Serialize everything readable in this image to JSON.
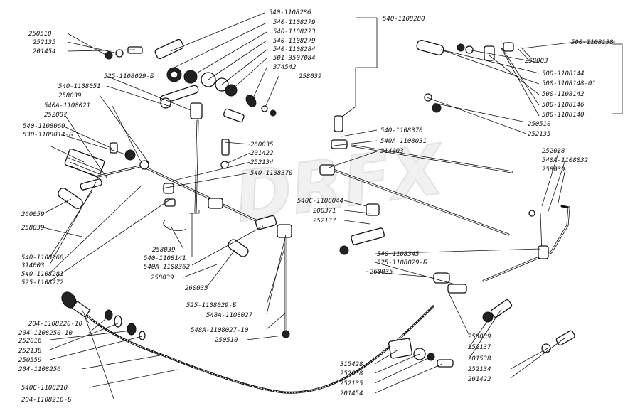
{
  "watermark": "DRFX",
  "labels": [
    "540-1108286",
    "540-1108279",
    "540-1108273",
    "540-1108279",
    "540-1108284",
    "501-3507084",
    "374542",
    "258039",
    "540-1108280",
    "500-1108138",
    "258003",
    "500-1108144",
    "500-1108148-01",
    "500-1108142",
    "500-1108146",
    "500-1108140",
    "250510",
    "252135",
    "250510",
    "252135",
    "201454",
    "525-1108029-Б",
    "540-1108051",
    "258039",
    "540А-1108021",
    "252007",
    "540-1108060",
    "530-1108014-Б",
    "260035",
    "201422",
    "252134",
    "540-1108370",
    "540-1108370",
    "540А-1108031",
    "314003",
    "252038",
    "540А-1108032",
    "258039",
    "260059",
    "258039",
    "540-1108068",
    "314003",
    "540-1108281",
    "525-1108272",
    "258039",
    "540-1108141",
    "540А-1108362",
    "258039",
    "260035",
    "540С-1108044",
    "200371",
    "252137",
    "540-1108345",
    "525-1108029-Б",
    "260035",
    "525-1108029-Б",
    "548А-1108027",
    "548А-1108027-10",
    "250510",
    "204-1108220-10",
    "204-1108250-10",
    "252016",
    "252138",
    "250559",
    "204-1108256",
    "540С-1108210",
    "204-1108210-Б",
    "258039",
    "252137",
    "201538",
    "252134",
    "201422",
    "315428",
    "252038",
    "252135",
    "201454"
  ]
}
